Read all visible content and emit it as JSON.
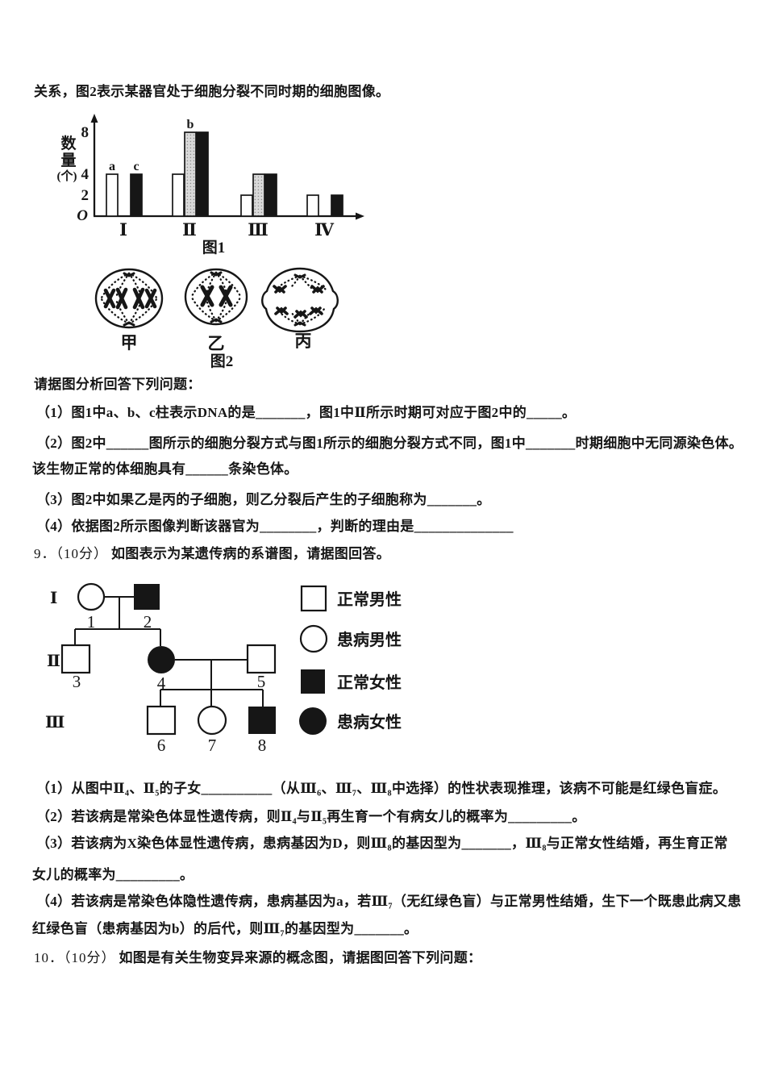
{
  "intro": "关系，图2表示某器官处于细胞分裂不同时期的细胞图像。",
  "figure1": {
    "chart_data": {
      "type": "bar",
      "title": "图1",
      "ylabel": "数量(个)",
      "ylabel_stack": [
        "数",
        "量",
        "(个)"
      ],
      "yticks": [
        8,
        4,
        2
      ],
      "origin_label": "O",
      "ylim": [
        0,
        9
      ],
      "grid": false,
      "categories": [
        "Ⅰ",
        "Ⅱ",
        "Ⅲ",
        "Ⅳ"
      ],
      "series": [
        {
          "name": "白色柱",
          "color": "white",
          "values": [
            4,
            4,
            2,
            2
          ]
        },
        {
          "name": "灰色柱",
          "color": "gray",
          "values": [
            null,
            8,
            4,
            null
          ]
        },
        {
          "name": "黑色柱",
          "color": "black",
          "values": [
            4,
            8,
            4,
            2
          ]
        }
      ],
      "bar_labels": [
        {
          "text": "a",
          "group": 0,
          "series": 0
        },
        {
          "text": "c",
          "group": 0,
          "series": 2
        },
        {
          "text": "b",
          "group": 1,
          "series": 1
        }
      ]
    }
  },
  "figure2": {
    "caption": "图2",
    "cell_labels": [
      "甲",
      "乙",
      "丙"
    ]
  },
  "q8": {
    "prompt": "请据图分析回答下列问题：",
    "lines": [
      "（1）图1中a、b、c柱表示DNA的是_______，图1中Ⅱ所示时期可对应于图2中的_____。",
      "（2）图2中______图所示的细胞分裂方式与图1所示的细胞分裂方式不同，图1中_______时期细胞中无同源染色体。",
      "该生物正常的体细胞具有______条染色体。",
      "（3）图2中如果乙是丙的子细胞，则乙分裂后产生的子细胞称为_______。",
      "（4）依据图2所示图像判断该器官为________，判断的理由是______________"
    ]
  },
  "q9": {
    "number": "9．（10分）",
    "heading": "如图表示为某遗传病的系谱图，请据图回答。",
    "pedigree": {
      "generations": [
        "Ⅰ",
        "Ⅱ",
        "Ⅲ"
      ],
      "numbers": [
        "1",
        "2",
        "3",
        "4",
        "5",
        "6",
        "7",
        "8"
      ],
      "members": [
        {
          "id": "1",
          "generation": "Ⅰ",
          "symbol": "white-circle"
        },
        {
          "id": "2",
          "generation": "Ⅰ",
          "symbol": "black-square"
        },
        {
          "id": "3",
          "generation": "Ⅱ",
          "symbol": "white-square"
        },
        {
          "id": "4",
          "generation": "Ⅱ",
          "symbol": "black-circle"
        },
        {
          "id": "5",
          "generation": "Ⅱ",
          "symbol": "white-square"
        },
        {
          "id": "6",
          "generation": "Ⅲ",
          "symbol": "white-square"
        },
        {
          "id": "7",
          "generation": "Ⅲ",
          "symbol": "white-circle"
        },
        {
          "id": "8",
          "generation": "Ⅲ",
          "symbol": "black-square"
        }
      ],
      "legend": [
        {
          "symbol": "white-square",
          "label": "正常男性"
        },
        {
          "symbol": "white-circle",
          "label": "患病男性"
        },
        {
          "symbol": "black-square",
          "label": "正常女性"
        },
        {
          "symbol": "black-circle",
          "label": "患病女性"
        }
      ]
    },
    "lines": [
      "（1）从图中Ⅱ₄、Ⅱ₅的子女__________（从Ⅲ₆、Ⅲ₇、Ⅲ₈中选择）的性状表现推理，该病不可能是红绿色盲症。",
      "（2）若该病是常染色体显性遗传病，则Ⅱ₄与Ⅱ₅再生育一个有病女儿的概率为_________。",
      "（3）若该病为X染色体显性遗传病，患病基因为D，则Ⅲ₈的基因型为_______，Ⅲ₈与正常女性结婚，再生育正常",
      "女儿的概率为_________。",
      "（4）若该病是常染色体隐性遗传病，患病基因为a，若Ⅲ₇（无红绿色盲）与正常男性结婚，生下一个既患此病又患",
      "红绿色盲（患病基因为b）的后代，则Ⅲ₇的基因型为_______。"
    ]
  },
  "q10": {
    "number": "10．（10分）",
    "heading": "如图是有关生物变异来源的概念图，请据图回答下列问题："
  }
}
